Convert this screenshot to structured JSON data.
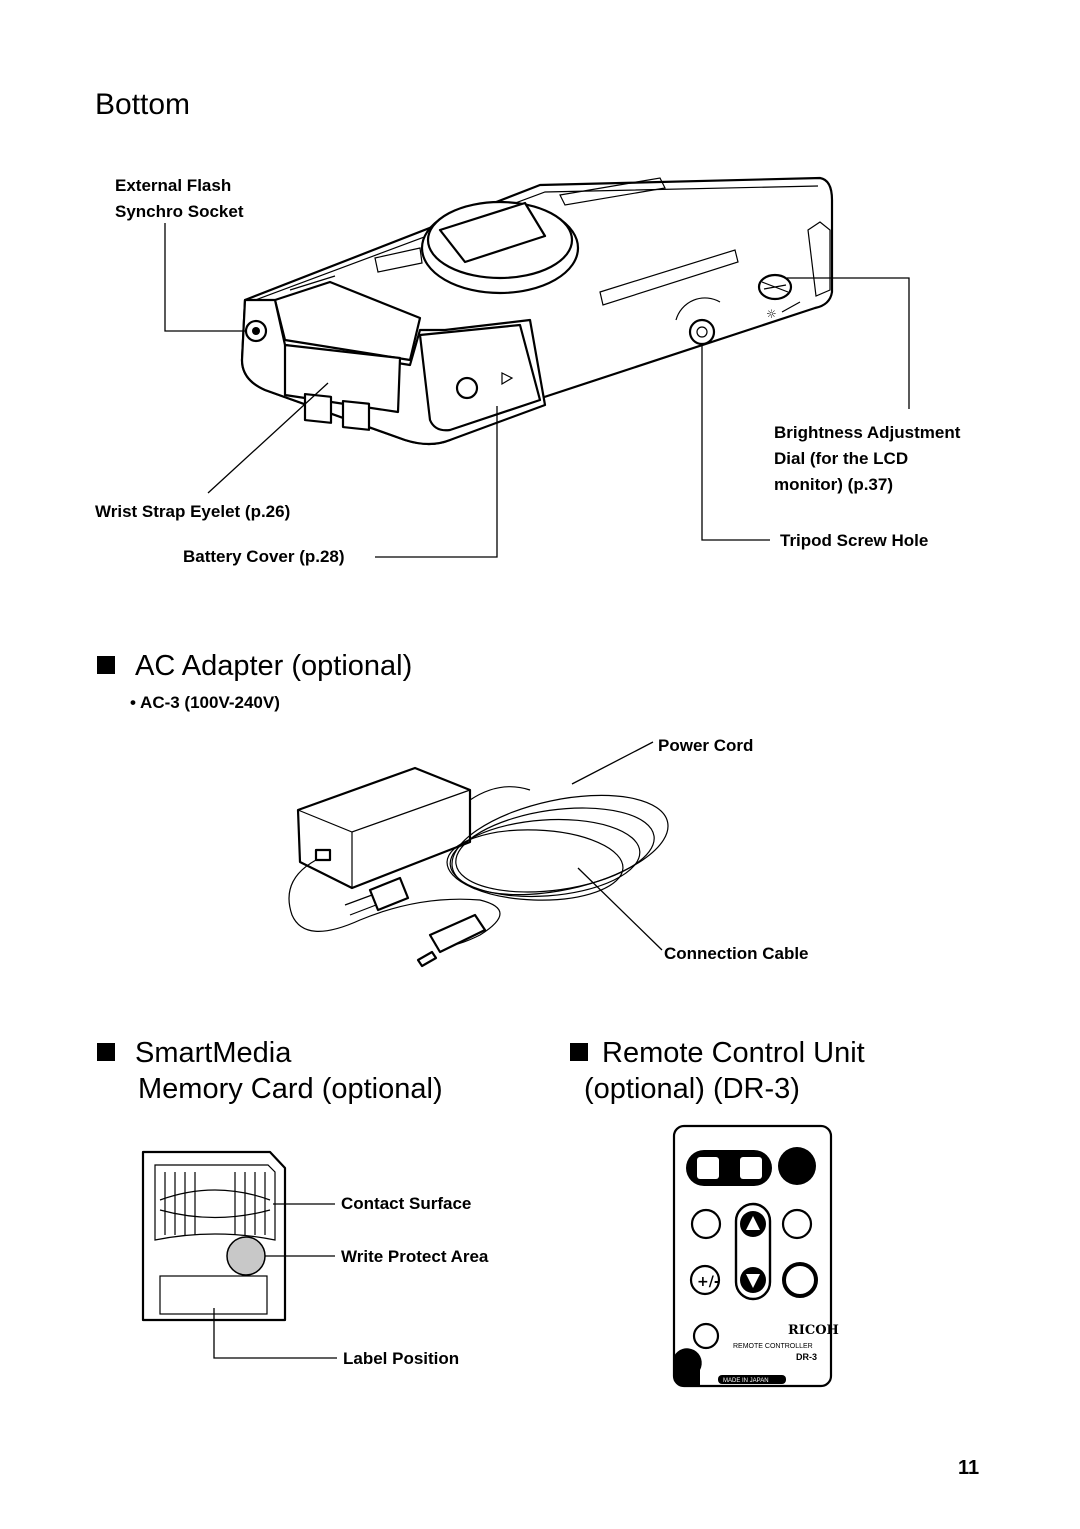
{
  "bottom": {
    "title": "Bottom",
    "labels": {
      "flash_line1": "External Flash",
      "flash_line2": "Synchro Socket",
      "brightness_line1": "Brightness Adjustment",
      "brightness_line2": "Dial (for the LCD",
      "brightness_line3": "monitor) (p.37)",
      "wrist_strap": "Wrist Strap Eyelet (p.26)",
      "tripod": "Tripod Screw Hole",
      "battery_cover": "Battery Cover (p.28)"
    }
  },
  "ac_adapter": {
    "title": "AC Adapter (optional)",
    "model": "• AC-3 (100V-240V)",
    "power_cord": "Power Cord",
    "connection_cable": "Connection Cable"
  },
  "smartmedia": {
    "title_line1": "SmartMedia",
    "title_line2": "Memory Card (optional)",
    "contact_surface": "Contact Surface",
    "write_protect": "Write Protect Area",
    "label_position": "Label Position"
  },
  "remote": {
    "title_line1": "Remote Control Unit",
    "title_line2": "(optional) (DR-3)",
    "brand": "RICOH",
    "product": "REMOTE CONTROLLER",
    "model": "DR-3",
    "origin": "MADE IN JAPAN"
  },
  "page_number": "11"
}
